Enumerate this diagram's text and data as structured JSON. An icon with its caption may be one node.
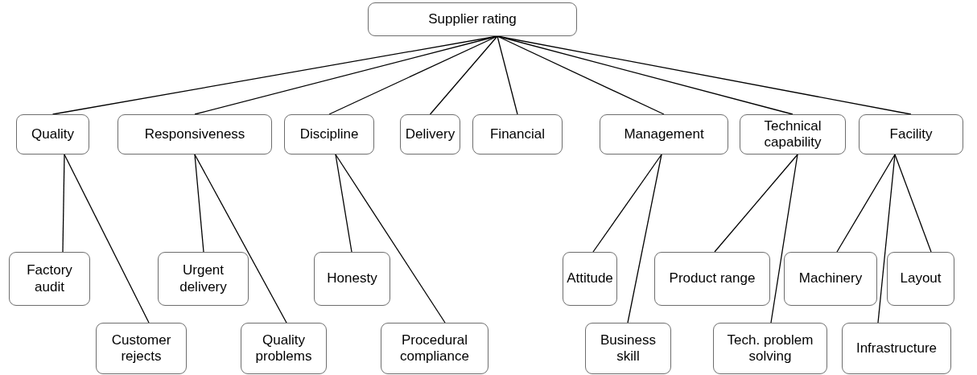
{
  "diagram": {
    "nodes": [
      {
        "text": [
          "Supplier rating"
        ]
      },
      {
        "text": [
          "Quality"
        ]
      },
      {
        "text": [
          "Responsiveness"
        ]
      },
      {
        "text": [
          "Discipline"
        ]
      },
      {
        "text": [
          "Delivery"
        ]
      },
      {
        "text": [
          "Financial"
        ]
      },
      {
        "text": [
          "Management"
        ]
      },
      {
        "text": [
          "Technical capability"
        ]
      },
      {
        "text": [
          "Facility"
        ]
      },
      {
        "text": [
          "Factory audit"
        ]
      },
      {
        "text": [
          "Urgent delivery"
        ]
      },
      {
        "text": [
          "Honesty"
        ]
      },
      {
        "text": [
          "Attitude"
        ]
      },
      {
        "text": [
          "Product range"
        ]
      },
      {
        "text": [
          "Machinery"
        ]
      },
      {
        "text": [
          "Layout"
        ]
      },
      {
        "text": [
          "Customer rejects"
        ]
      },
      {
        "text": [
          "Quality problems"
        ]
      },
      {
        "text": [
          "Procedural compliance"
        ]
      },
      {
        "text": [
          "Business skill"
        ]
      },
      {
        "text": [
          "Tech. problem solving"
        ]
      },
      {
        "text": [
          "Infrastructure"
        ]
      }
    ],
    "edges": [
      {
        "from": 0,
        "to": 1,
        "arrow": "none"
      },
      {
        "from": 0,
        "to": 2,
        "arrow": "none"
      },
      {
        "from": 0,
        "to": 3,
        "arrow": "none"
      },
      {
        "from": 0,
        "to": 4,
        "arrow": "none"
      },
      {
        "from": 0,
        "to": 5,
        "arrow": "none"
      },
      {
        "from": 0,
        "to": 6,
        "arrow": "none"
      },
      {
        "from": 0,
        "to": 7,
        "arrow": "none"
      },
      {
        "from": 0,
        "to": 8,
        "arrow": "none"
      },
      {
        "from": 1,
        "to": 9,
        "arrow": "none"
      },
      {
        "from": 1,
        "to": 16,
        "arrow": "none"
      },
      {
        "from": 2,
        "to": 10,
        "arrow": "none"
      },
      {
        "from": 2,
        "to": 17,
        "arrow": "none"
      },
      {
        "from": 3,
        "to": 11,
        "arrow": "none"
      },
      {
        "from": 3,
        "to": 18,
        "arrow": "none"
      },
      {
        "from": 6,
        "to": 12,
        "arrow": "none"
      },
      {
        "from": 6,
        "to": 19,
        "arrow": "none"
      },
      {
        "from": 7,
        "to": 13,
        "arrow": "none"
      },
      {
        "from": 7,
        "to": 20,
        "arrow": "none"
      },
      {
        "from": 8,
        "to": 14,
        "arrow": "none"
      },
      {
        "from": 8,
        "to": 21,
        "arrow": "none"
      },
      {
        "from": 8,
        "to": 15,
        "arrow": "none"
      }
    ]
  }
}
